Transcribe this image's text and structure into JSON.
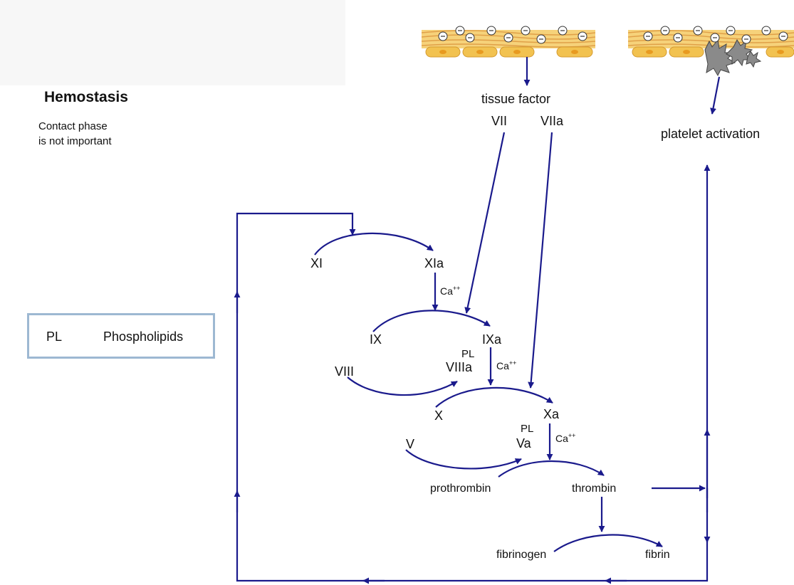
{
  "title": "Hemostasis",
  "note": {
    "line1": "Contact phase",
    "line2": "is not important"
  },
  "legend": {
    "abbr": "PL",
    "full": "Phospholipids"
  },
  "top": {
    "tissue_factor": "tissue factor",
    "vii": "VII",
    "viia": "VIIa",
    "platelet_activation": "platelet activation"
  },
  "factors": {
    "xi": "XI",
    "xia": "XIa",
    "ix": "IX",
    "ixa": "IXa",
    "viii": "VIII",
    "viiia": "VIIIa",
    "pl1": "PL",
    "x": "X",
    "xa": "Xa",
    "v": "V",
    "va": "Va",
    "pl2": "PL",
    "prothrombin": "prothrombin",
    "thrombin": "thrombin",
    "fibrinogen": "fibrinogen",
    "fibrin": "fibrin"
  },
  "calcium": {
    "base": "Ca",
    "charge": "++"
  },
  "colors": {
    "arrow": "#1a1a8c",
    "legend_border": "#9db8d2",
    "cell": "#f2c250",
    "fiber": "#e8a64a"
  }
}
